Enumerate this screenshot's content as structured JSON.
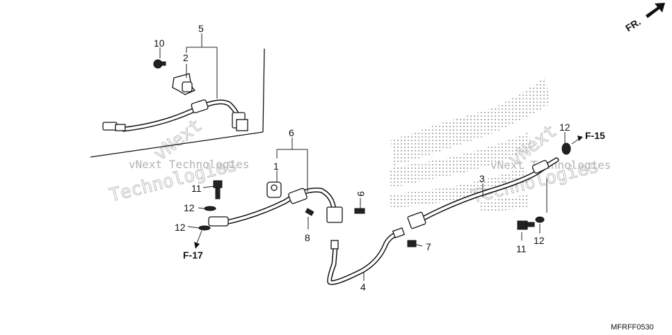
{
  "direction_label": "FR.",
  "diagram_code": "MFRFF0530",
  "callouts": {
    "c1": "1",
    "c2": "2",
    "c3": "3",
    "c4": "4",
    "c5": "5",
    "c6": "6",
    "c7": "7",
    "c8": "8",
    "c9": "9",
    "c10": "10",
    "c11a": "11",
    "c11b": "11",
    "c12a": "12",
    "c12b": "12",
    "c12c": "12",
    "c12d": "12"
  },
  "references": {
    "ref_right": "F-15",
    "ref_left": "F-17"
  },
  "watermarks": {
    "line1": "vNext Technologies",
    "line2": "Technologies",
    "line3": "vNext"
  },
  "colors": {
    "ink": "#111111",
    "dots": "#9a9a9a",
    "watermark": "#b5b5b5"
  }
}
